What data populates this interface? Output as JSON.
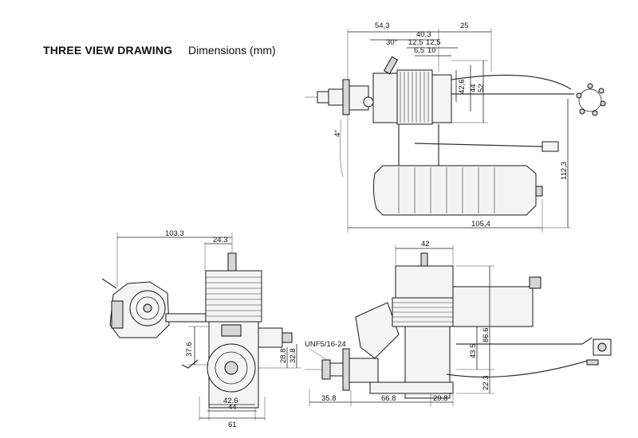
{
  "header": {
    "title": "THREE VIEW DRAWING",
    "subtitle": "Dimensions (mm)"
  },
  "top_view": {
    "dims": {
      "d543": "54,3",
      "d25": "25",
      "d403": "40,3",
      "d30deg": "30°",
      "d125a": "12,5",
      "d125b": "12,5",
      "d65": "6,5",
      "d10": "10",
      "d426": "42,6",
      "d44": "44",
      "d52": "52",
      "d4deg": "4°",
      "d1123": "112,3",
      "d1054": "105,4"
    }
  },
  "side_view": {
    "dims": {
      "d1033": "103.3",
      "d243": "24.3",
      "d376": "37.6",
      "d288": "28.8",
      "d328": "32.8",
      "d426": "42.6",
      "d44": "44",
      "d61": "61"
    }
  },
  "front_view": {
    "dims": {
      "d42": "42",
      "unf": "UNF5/16-24",
      "d435": "43.5",
      "d866": "86.6",
      "d223": "22.3",
      "d358": "35.8",
      "d668": "66.8",
      "d298": "29.8"
    }
  }
}
